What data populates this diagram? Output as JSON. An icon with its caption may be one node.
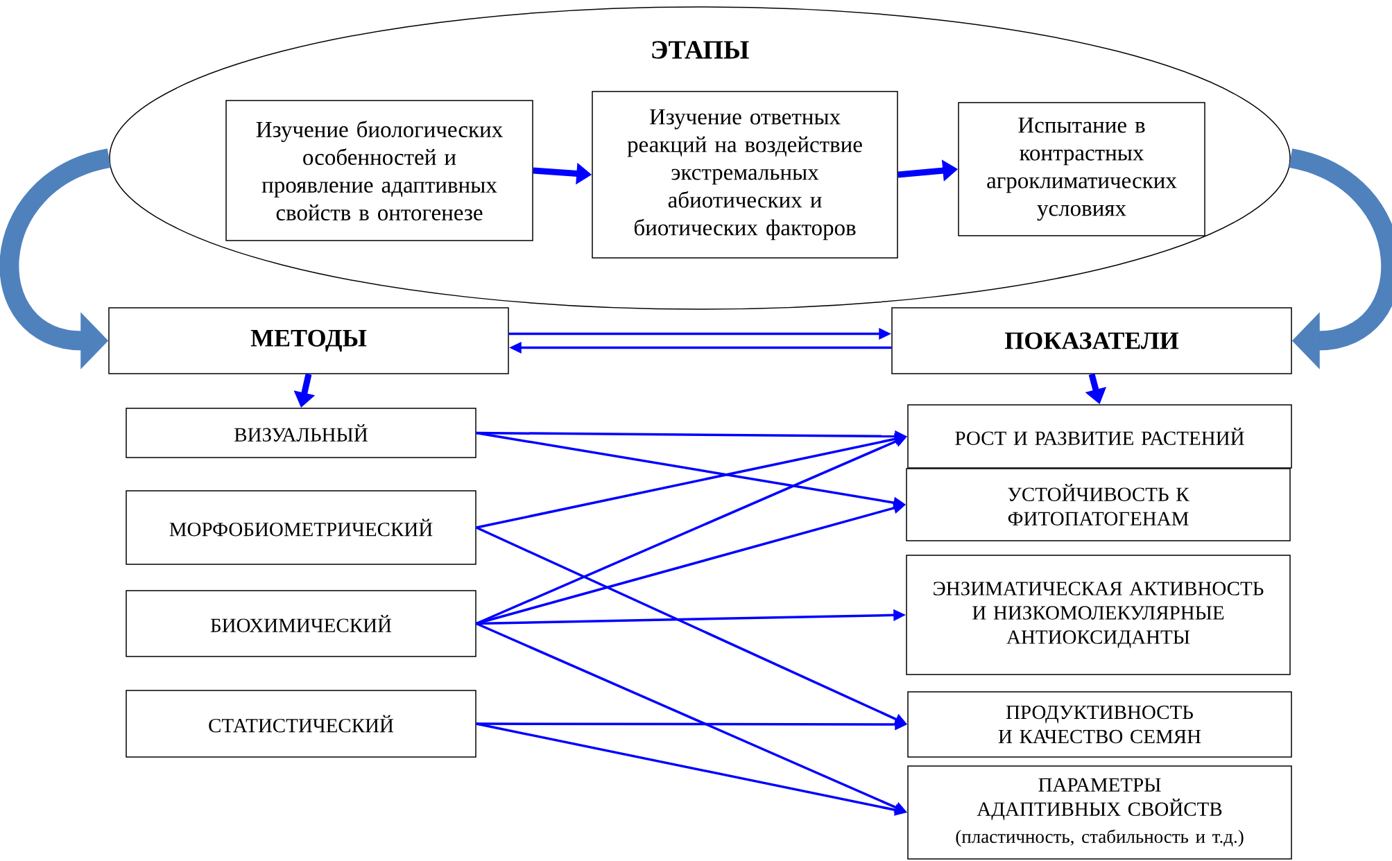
{
  "diagram": {
    "nodes": [
      {
        "text": [
          "ЭТАПЫ"
        ]
      },
      {
        "text": [
          "Изучение биологических особенностей и проявление адаптивных свойств в онтогенезе"
        ],
        "in": 0
      },
      {
        "text": [
          "Изучение ответных реакций на воздействие экстремальных абиотических и биотических факторов"
        ],
        "in": 0
      },
      {
        "text": [
          "Испытание в контрастных агроклиматических условиях"
        ],
        "in": 0
      },
      {
        "text": [
          "МЕТОДЫ"
        ]
      },
      {
        "text": [
          "ПОКАЗАТЕЛИ"
        ]
      },
      {
        "text": [
          "ВИЗУАЛЬНЫЙ"
        ]
      },
      {
        "text": [
          "МОРФОБИОМЕТРИЧЕСКИЙ"
        ]
      },
      {
        "text": [
          "БИОХИМИЧЕСКИЙ"
        ]
      },
      {
        "text": [
          "СТАТИСТИЧЕСКИЙ"
        ]
      },
      {
        "text": [
          "РОСТ И РАЗВИТИЕ РАСТЕНИЙ"
        ]
      },
      {
        "text": [
          "УСТОЙЧИВОСТЬ К ФИТОПАТОГЕНАМ"
        ]
      },
      {
        "text": [
          "ЭНЗИМАТИЧЕСКАЯ АКТИВНОСТЬ И НИЗКОМОЛЕКУЛЯРНЫЕ АНТИОКСИДАНТЫ"
        ]
      },
      {
        "text": [
          "ПРОДУКТИВНОСТЬ И КАЧЕСТВО СЕМЯН"
        ]
      },
      {
        "text": [
          "ПАРАМЕТРЫ АДАПТИВНЫХ СВОЙСТВ",
          "(пластичность, стабильность и т.д.)"
        ]
      }
    ],
    "edges": [
      {
        "from": 1,
        "to": 2,
        "arrow": "to",
        "style": "thick"
      },
      {
        "from": 2,
        "to": 3,
        "arrow": "to",
        "style": "thick"
      },
      {
        "from": 0,
        "to": 4,
        "arrow": "to",
        "style": "thick",
        "color": "#4f81bd"
      },
      {
        "from": 0,
        "to": 5,
        "arrow": "to",
        "style": "thick",
        "color": "#4f81bd"
      },
      {
        "from": 4,
        "to": 5,
        "arrow": "to"
      },
      {
        "from": 5,
        "to": 4,
        "arrow": "to"
      },
      {
        "from": 4,
        "to": 6,
        "arrow": "to",
        "style": "thick"
      },
      {
        "from": 5,
        "to": 10,
        "arrow": "to",
        "style": "thick"
      },
      {
        "from": 6,
        "to": 10,
        "arrow": "to"
      },
      {
        "from": 6,
        "to": 11,
        "arrow": "to"
      },
      {
        "from": 7,
        "to": 10,
        "arrow": "to"
      },
      {
        "from": 7,
        "to": 13,
        "arrow": "to"
      },
      {
        "from": 8,
        "to": 10,
        "arrow": "to"
      },
      {
        "from": 8,
        "to": 11,
        "arrow": "to"
      },
      {
        "from": 8,
        "to": 12,
        "arrow": "to"
      },
      {
        "from": 8,
        "to": 14,
        "arrow": "to"
      },
      {
        "from": 9,
        "to": 13,
        "arrow": "to"
      },
      {
        "from": 9,
        "to": 14,
        "arrow": "to"
      }
    ]
  }
}
